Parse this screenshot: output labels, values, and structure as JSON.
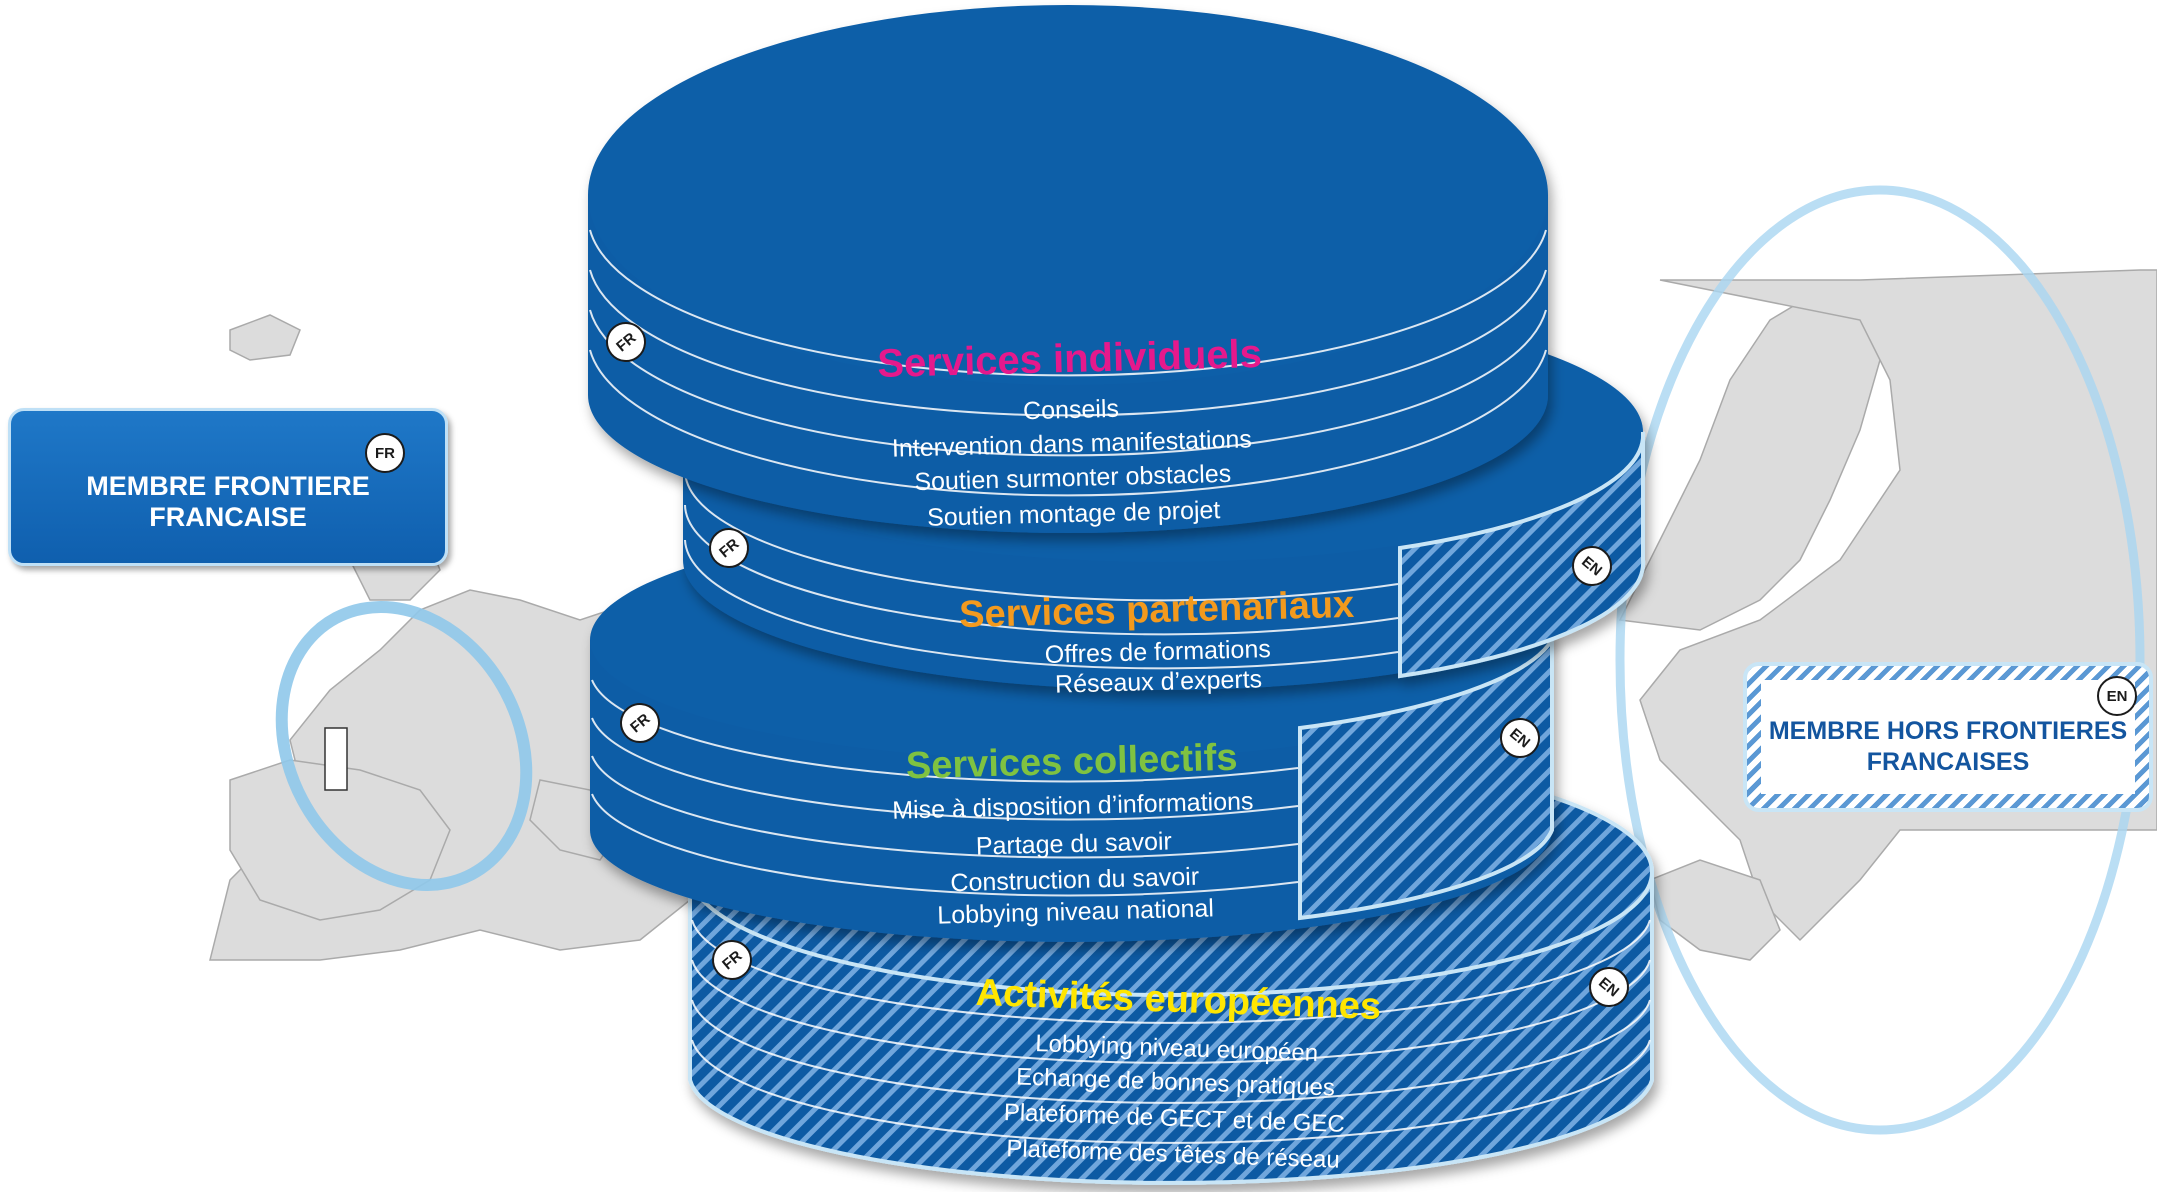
{
  "badges": {
    "fr": "FR",
    "en": "EN"
  },
  "members": {
    "fr": {
      "label": "MEMBRE FRONTIERE FRANCAISE",
      "badge": "FR"
    },
    "en": {
      "label": "MEMBRE HORS FRONTIERES FRANCAISES",
      "badge": "EN"
    }
  },
  "tiers": [
    {
      "title": "Services individuels",
      "title_color": "#e5198c",
      "items": [
        "Conseils",
        "Intervention dans manifestations",
        "Soutien surmonter obstacles",
        "Soutien montage de projet"
      ]
    },
    {
      "title": "Services partenariaux",
      "title_color": "#f39a1e",
      "items": [
        "Offres de formations",
        "Réseaux d’experts"
      ]
    },
    {
      "title": "Services collectifs",
      "title_color": "#7fc241",
      "items": [
        "Mise à disposition d’informations",
        "Partage du savoir",
        "Construction du savoir",
        "Lobbying niveau national"
      ]
    },
    {
      "title": "Activités européennes",
      "title_color": "#ffe600",
      "items": [
        "Lobbying niveau européen",
        "Echange de bonnes pratiques",
        "Plateforme de GECT et de GEC",
        "Plateforme des têtes de réseau"
      ]
    }
  ],
  "colors": {
    "disc_blue": "#0e5da6",
    "disc_top": "#0f5ea8",
    "map_land": "#dcdcdc",
    "halo": "#8fc8ea",
    "hatch": "#5e9ad6"
  }
}
